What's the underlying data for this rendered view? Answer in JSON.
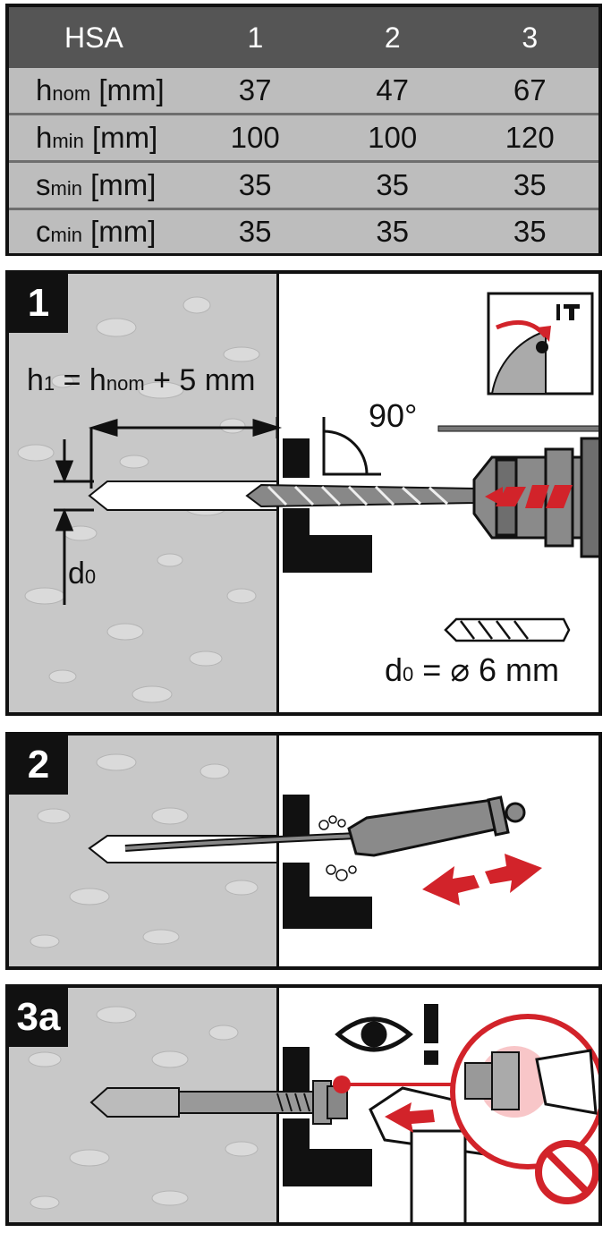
{
  "table": {
    "header": [
      "HSA",
      "1",
      "2",
      "3"
    ],
    "rows": [
      {
        "sym": "h",
        "sub": "nom",
        "unit": "[mm]",
        "values": [
          "37",
          "47",
          "67"
        ]
      },
      {
        "sym": "h",
        "sub": "min",
        "unit": "[mm]",
        "values": [
          "100",
          "100",
          "120"
        ]
      },
      {
        "sym": "s",
        "sub": "min",
        "unit": "[mm]",
        "values": [
          "35",
          "35",
          "35"
        ]
      },
      {
        "sym": "c",
        "sub": "min",
        "unit": "[mm]",
        "values": [
          "35",
          "35",
          "35"
        ]
      }
    ]
  },
  "step1": {
    "badge": "1",
    "h1_formula": {
      "h": "h",
      "h_sub": "1",
      "eq": "= h",
      "nom": "nom",
      "rest": "+ 5 mm"
    },
    "d0": {
      "d": "d",
      "sub": "0"
    },
    "angle": "90°",
    "diameter": {
      "d": "d",
      "sub": "0",
      "rest": "= ⌀ 6 mm"
    },
    "icons": [
      "rotation-hammer-mode-icon",
      "drill-bit-icon"
    ]
  },
  "step2": {
    "badge": "2",
    "icons": [
      "blow-out-pump-icon",
      "back-and-forth-arrow-icon"
    ]
  },
  "step3a": {
    "badge": "3a",
    "icons": [
      "eye-icon",
      "exclamation-icon",
      "no-setting-tool-icon"
    ]
  },
  "colors": {
    "accent_red": "#d2232a",
    "table_header": "#555555",
    "table_body": "#bdbdbd",
    "concrete": "#c8c8c8",
    "outline": "#111111"
  }
}
